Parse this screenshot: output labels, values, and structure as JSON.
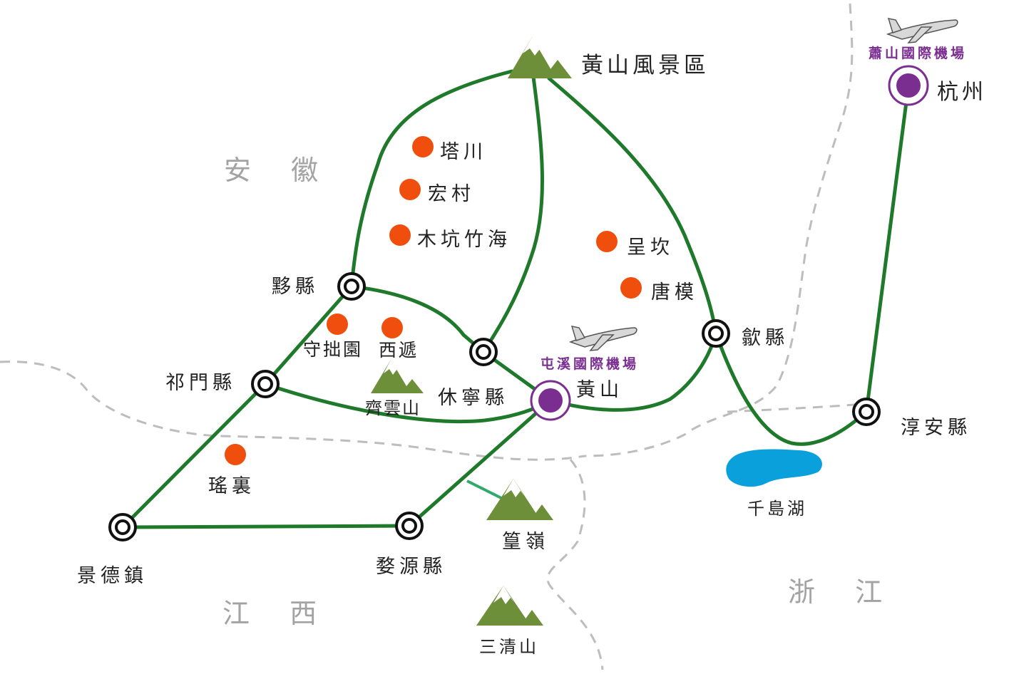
{
  "regions": {
    "anhui": "安 徽",
    "jiangxi": "江 西",
    "zhejiang": "浙 江"
  },
  "scenic": {
    "huangshan_area": "黃山風景區",
    "qiyunshan": "齊雲山",
    "huangling": "篁嶺",
    "sanqingshan": "三清山",
    "qiandaohu": "千島湖"
  },
  "cities": {
    "yixian": "黟縣",
    "qimen": "祁門縣",
    "xiuning": "休寧縣",
    "huangshan": "黃山",
    "shexian": "歙縣",
    "chunan": "淳安縣",
    "jingdezhen": "景德鎮",
    "wuyuan": "婺源縣",
    "hangzhou": "杭州"
  },
  "villages": {
    "tachuan": "塔川",
    "hongcun": "宏村",
    "mukeng": "木坑竹海",
    "chengkan": "呈坎",
    "tangmo": "唐模",
    "shouzhuoyuan": "守拙園",
    "xidi": "西遞",
    "yaoli": "瑤裏"
  },
  "airports": {
    "tunxi": "屯溪國際機場",
    "xiaoshan": "蕭山國際機場"
  },
  "colors": {
    "route": "#1e7a2a",
    "spur": "#2eaa6a",
    "border": "#bdbdbd",
    "village_dot": "#f04e0c",
    "airport": "#7a2f90",
    "mountain": "#6e8f3a",
    "lake": "#0aa0dc"
  }
}
